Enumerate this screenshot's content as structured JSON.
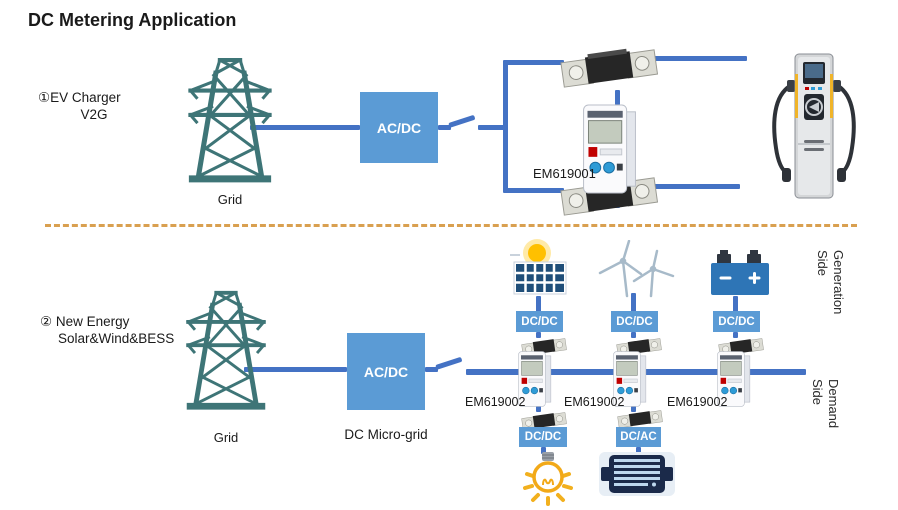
{
  "title": "DC Metering Application",
  "colors": {
    "wire_blue": "#4472C4",
    "converter_blue": "#5B9BD5",
    "tower_teal": "#3E7577",
    "separator_orange": "#D9A050",
    "battery_blue": "#2E75B6",
    "sun_yellow": "#FFC000",
    "bulb_yellow": "#F2A918",
    "wind_gray": "#A7BAC9",
    "motor_navy": "#1B2A4A"
  },
  "section1": {
    "label_line1": "①EV Charger",
    "label_line2": "V2G",
    "grid_label": "Grid",
    "converter": "AC/DC",
    "meter_model": "EM619001"
  },
  "section2": {
    "label_line1": "② New Energy",
    "label_line2": "Solar&Wind&BESS",
    "grid_label": "Grid",
    "converter": "AC/DC",
    "converter_caption": "DC Micro-grid",
    "source_converters": [
      "DC/DC",
      "DC/DC",
      "DC/DC"
    ],
    "meter_models": [
      "EM619002",
      "EM619002",
      "EM619002"
    ],
    "load_converters": [
      "DC/DC",
      "DC/AC"
    ],
    "generation_side": "Generation Side",
    "demand_side": "Demand Side"
  }
}
